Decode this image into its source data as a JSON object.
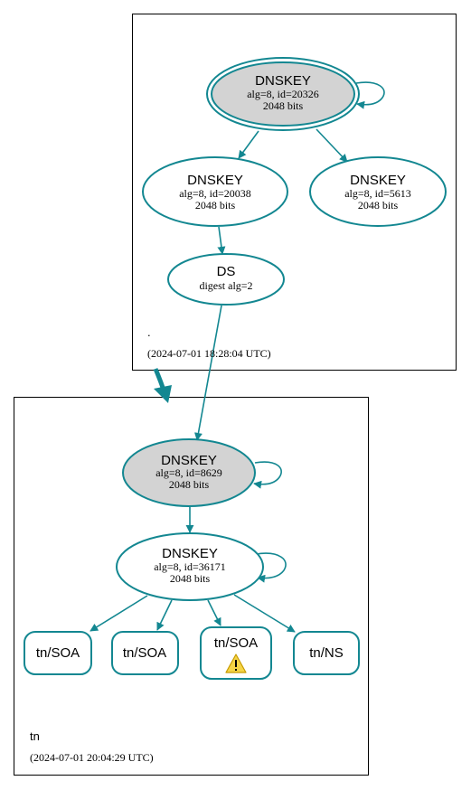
{
  "zones": {
    "root": {
      "name": ".",
      "timestamp": "(2024-07-01 18:28:04 UTC)"
    },
    "tn": {
      "name": "tn",
      "timestamp": "(2024-07-01 20:04:29 UTC)"
    }
  },
  "nodes": {
    "root_ksk": {
      "title": "DNSKEY",
      "line1": "alg=8, id=20326",
      "line2": "2048 bits"
    },
    "root_zsk1": {
      "title": "DNSKEY",
      "line1": "alg=8, id=20038",
      "line2": "2048 bits"
    },
    "root_zsk2": {
      "title": "DNSKEY",
      "line1": "alg=8, id=5613",
      "line2": "2048 bits"
    },
    "ds": {
      "title": "DS",
      "line1": "digest alg=2"
    },
    "tn_ksk": {
      "title": "DNSKEY",
      "line1": "alg=8, id=8629",
      "line2": "2048 bits"
    },
    "tn_zsk": {
      "title": "DNSKEY",
      "line1": "alg=8, id=36171",
      "line2": "2048 bits"
    },
    "soa1": {
      "title": "tn/SOA"
    },
    "soa2": {
      "title": "tn/SOA"
    },
    "soa3": {
      "title": "tn/SOA",
      "icon": "warning-icon"
    },
    "ns": {
      "title": "tn/NS"
    }
  },
  "colors": {
    "edge": "#138791",
    "filled": "#d3d3d3",
    "warning_fill": "#f5d547",
    "warning_stroke": "#c89b00"
  }
}
